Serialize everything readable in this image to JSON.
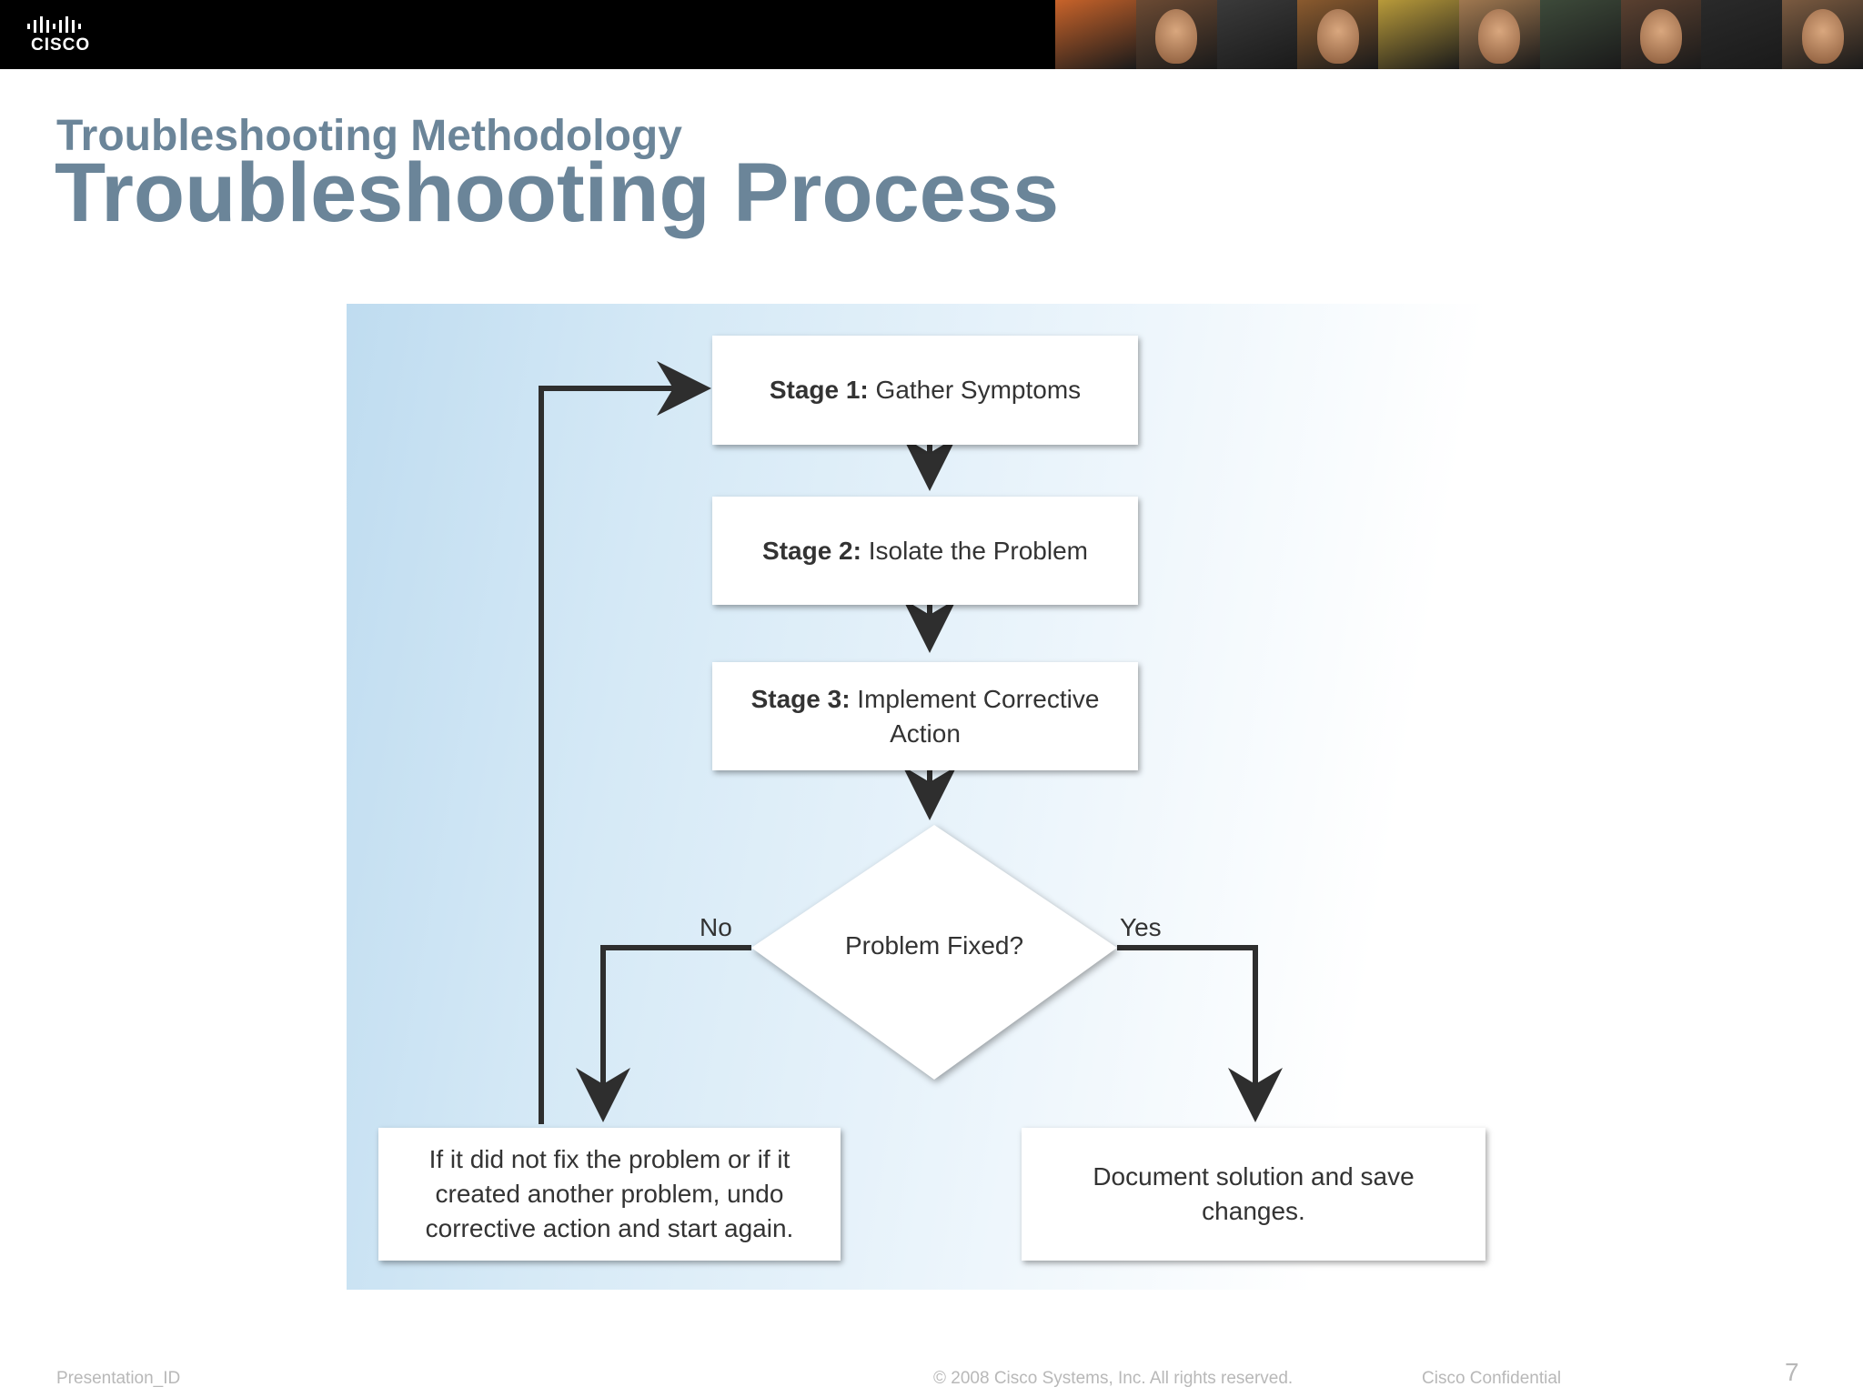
{
  "header": {
    "logo_text": "CISCO",
    "photo_strip": [
      "#c8632a",
      "#6b4a33",
      "#3a3a3a",
      "#8a5a2e",
      "#b89a3a",
      "#a07850",
      "#3d4a3a",
      "#5a4030",
      "#2a2a2a",
      "#7a5a40"
    ]
  },
  "slide": {
    "subtitle": "Troubleshooting Methodology",
    "title": "Troubleshooting Process"
  },
  "diagram": {
    "stage1": {
      "bold": "Stage 1:",
      "text": " Gather Symptoms"
    },
    "stage2": {
      "bold": "Stage 2:",
      "text": " Isolate the Problem"
    },
    "stage3": {
      "bold": "Stage 3:",
      "text": " Implement Corrective Action"
    },
    "decision": "Problem Fixed?",
    "no_label": "No",
    "yes_label": "Yes",
    "no_result": "If it did not fix the problem or if it created another problem, undo corrective action and start again.",
    "yes_result": "Document solution and save changes."
  },
  "footer": {
    "presentation_id": "Presentation_ID",
    "copyright": "© 2008 Cisco Systems, Inc. All rights reserved.",
    "confidential": "Cisco Confidential",
    "page_number": "7"
  }
}
